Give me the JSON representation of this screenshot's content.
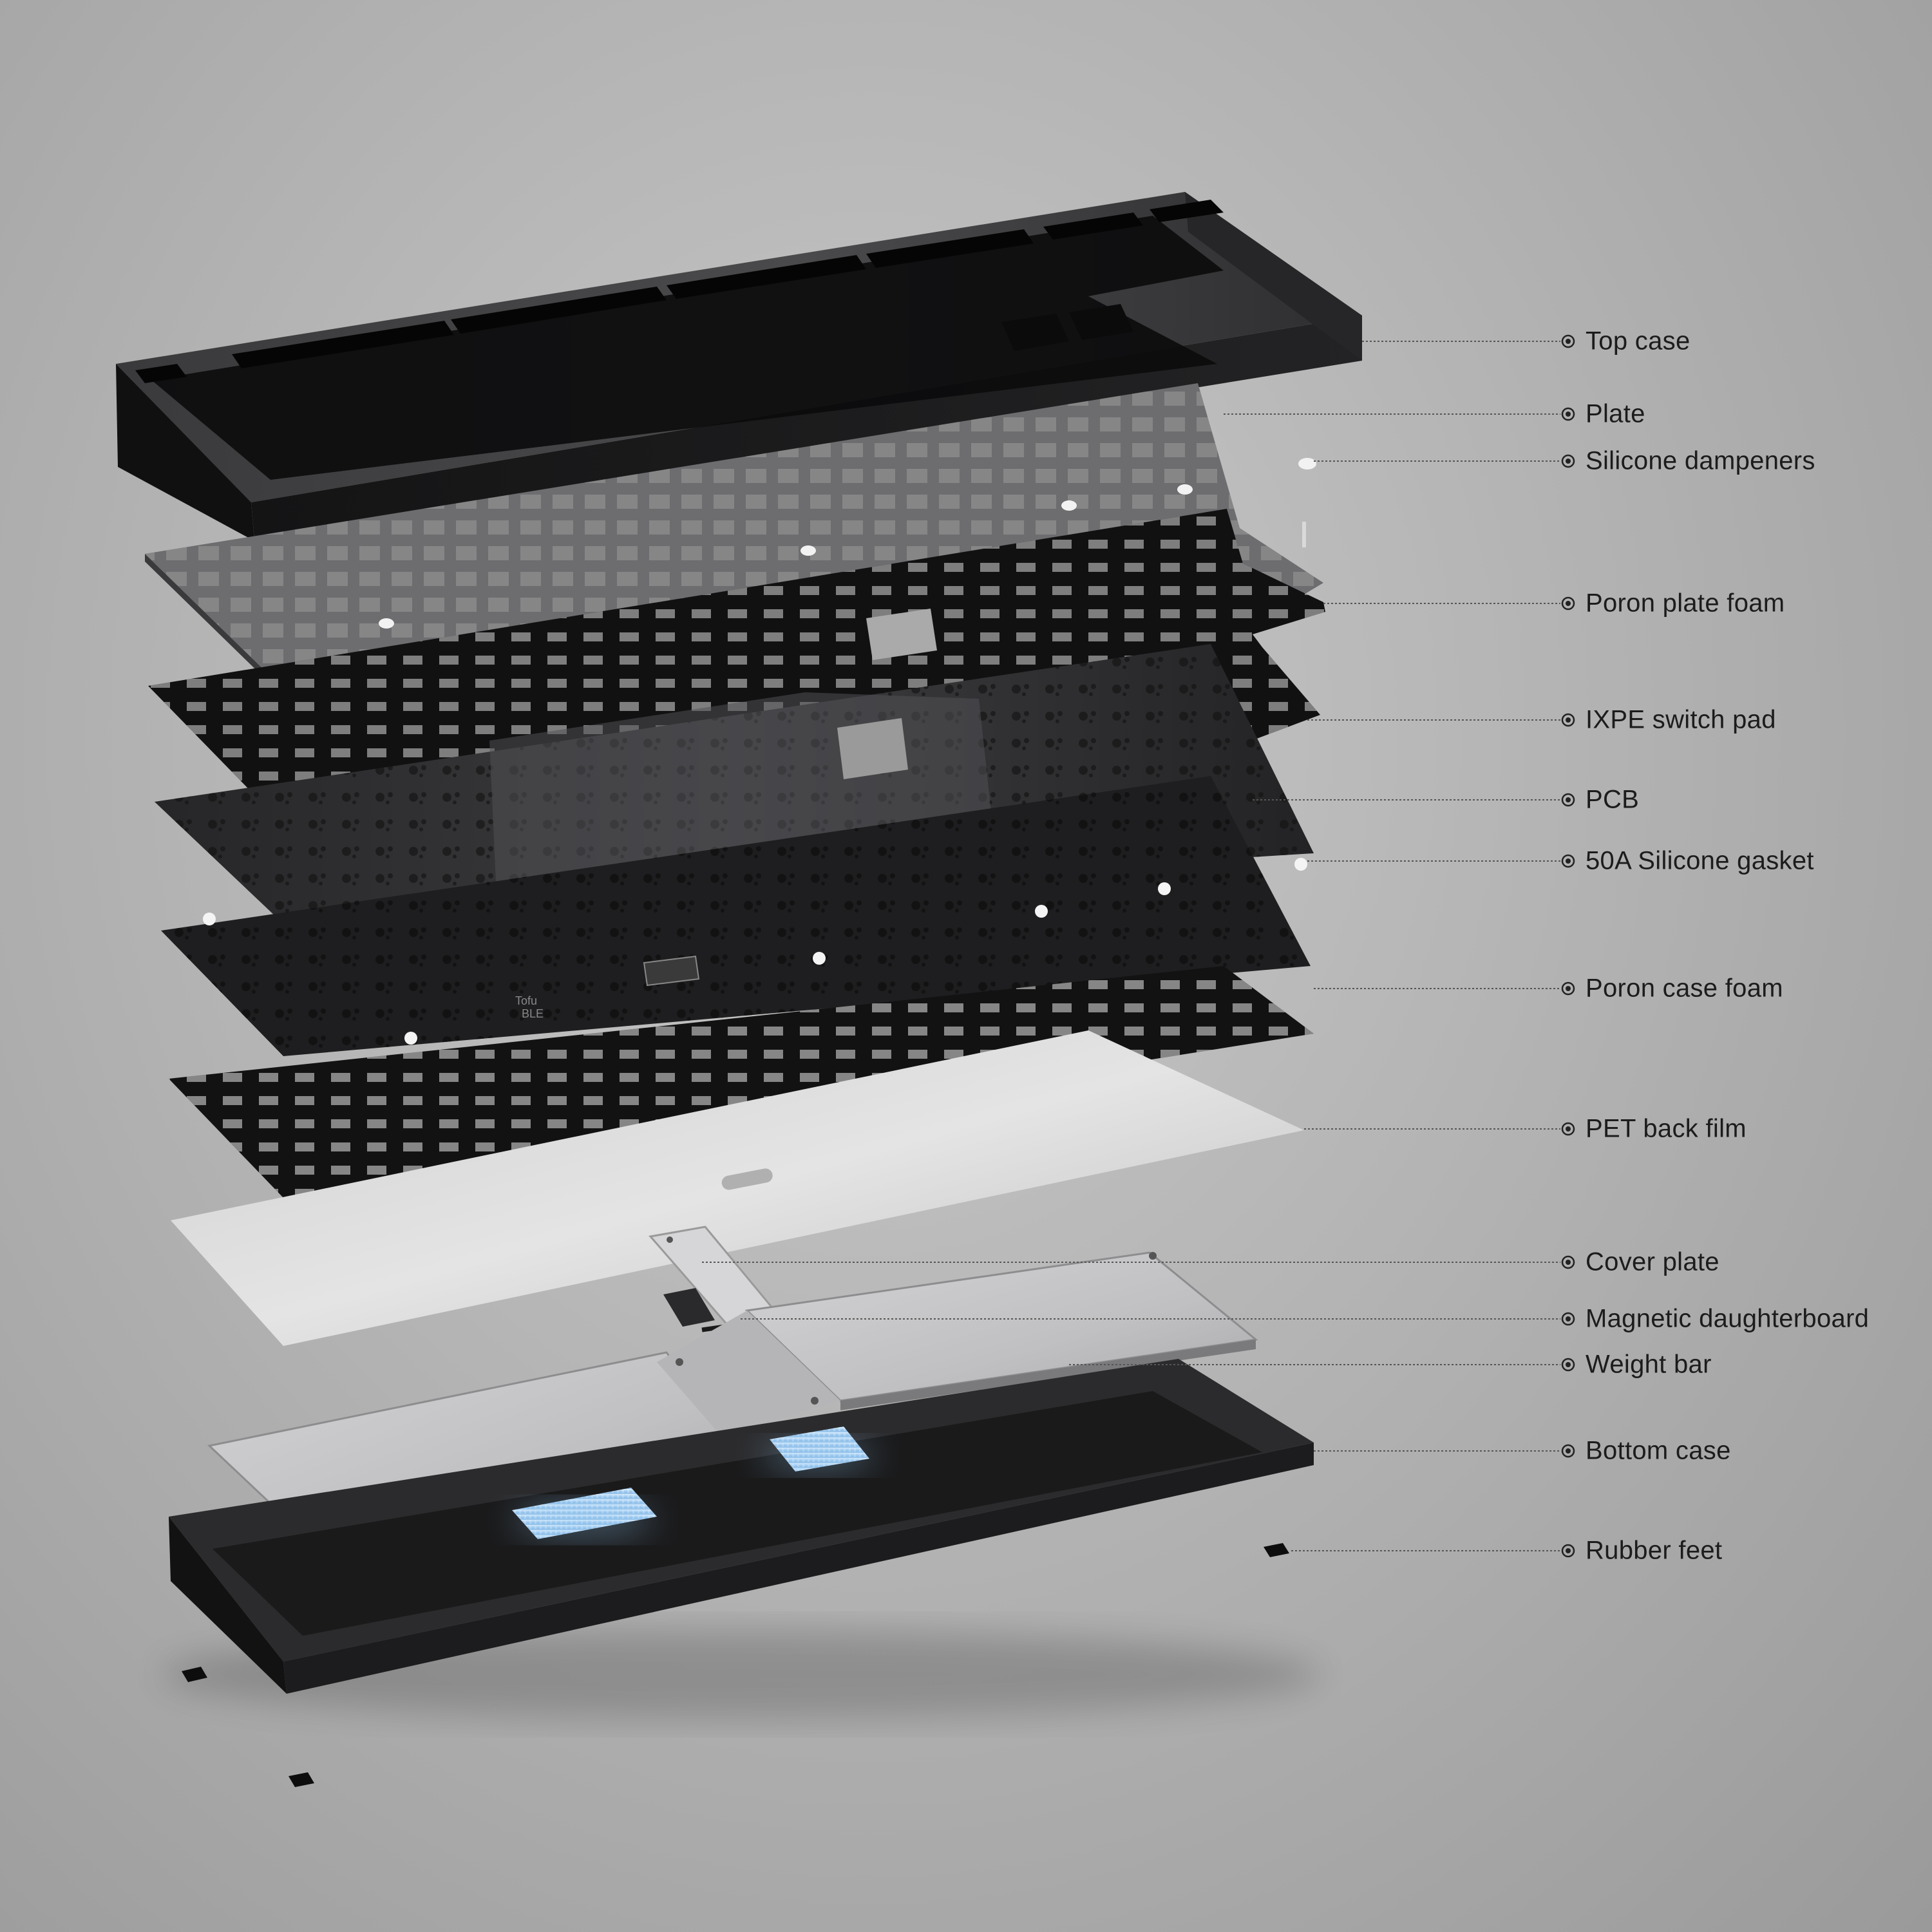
{
  "colors": {
    "background": "#b4b4b4",
    "leader_line": "#555555",
    "label_text": "#1c1c1c",
    "dark_metal": "#1f1f21",
    "foam_black": "#111111",
    "pcb_black": "#2a2a2c",
    "film_silver": "#d4d4d4",
    "aluminium": "#c2c2c4",
    "weight_glow": "#8fc4ee"
  },
  "components": [
    {
      "id": "top-case",
      "label": "Top case",
      "icon": "callout-dot-icon"
    },
    {
      "id": "plate",
      "label": "Plate",
      "icon": "callout-dot-icon"
    },
    {
      "id": "silicone-dampeners",
      "label": "Silicone dampeners",
      "icon": "callout-dot-icon"
    },
    {
      "id": "poron-plate-foam",
      "label": "Poron plate foam",
      "icon": "callout-dot-icon"
    },
    {
      "id": "ixpe-switch-pad",
      "label": "IXPE switch pad",
      "icon": "callout-dot-icon"
    },
    {
      "id": "pcb",
      "label": "PCB",
      "icon": "callout-dot-icon"
    },
    {
      "id": "silicone-gasket",
      "label": "50A Silicone gasket",
      "icon": "callout-dot-icon"
    },
    {
      "id": "poron-case-foam",
      "label": "Poron case foam",
      "icon": "callout-dot-icon"
    },
    {
      "id": "pet-back-film",
      "label": "PET back film",
      "icon": "callout-dot-icon"
    },
    {
      "id": "cover-plate",
      "label": "Cover plate",
      "icon": "callout-dot-icon"
    },
    {
      "id": "magnetic-daughterboard",
      "label": "Magnetic daughterboard",
      "icon": "callout-dot-icon"
    },
    {
      "id": "weight-bar",
      "label": "Weight bar",
      "icon": "callout-dot-icon"
    },
    {
      "id": "bottom-case",
      "label": "Bottom case",
      "icon": "callout-dot-icon"
    },
    {
      "id": "rubber-feet",
      "label": "Rubber feet",
      "icon": "callout-dot-icon"
    }
  ],
  "pcb_print": {
    "line1": "Tofu",
    "line2": "BLE"
  }
}
